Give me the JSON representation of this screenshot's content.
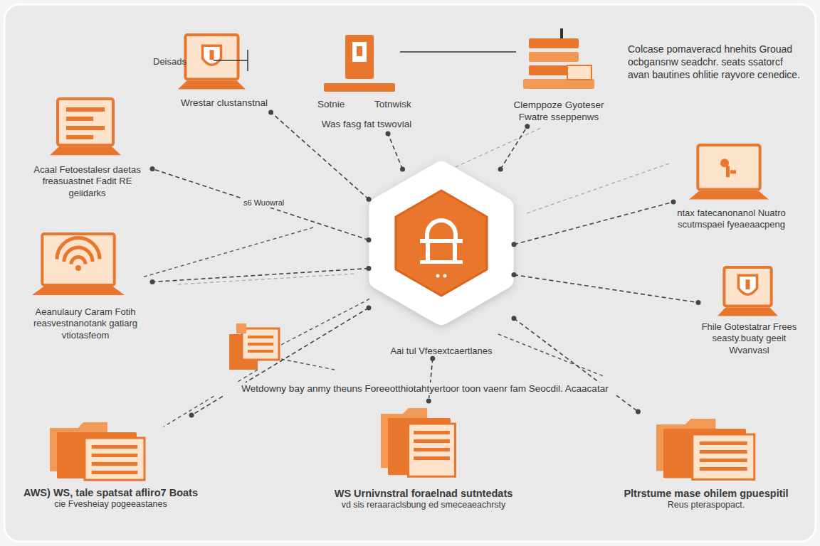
{
  "diagram": {
    "nodes": [
      {
        "text": [
          "Deisads",
          "Wrestar clustanstnal"
        ]
      },
      {
        "text": [
          "Sotnie",
          "Totnwisk",
          "Was fasg fat tswovial"
        ]
      },
      {
        "text": [
          "Clemppoze Gyoteser Fwatre sseppenws"
        ]
      },
      {
        "text": [
          "Acaal Fetoestalesr daetas freasuastnet Fadit RE geiidarks"
        ]
      },
      {
        "text": [
          "ntax fatecanonanol Nuatro scutmspaei fyeaeaacpeng"
        ]
      },
      {
        "text": [
          "Aai tul Vfesextcaertlanes"
        ]
      },
      {
        "text": [
          "Aeanulaury Caram Fotih reasvestnanotank gatiarg vtiotasfeom"
        ]
      },
      {
        "text": [
          "Fhile Gotestatrar Frees seasty.buaty geeit Wvanvasl"
        ]
      },
      {
        "text": [
          "AWS) WS, tale spatsat afliro7 Boats",
          "cie Fvesheiay pogeeastanes"
        ]
      },
      {
        "text": [
          "WS Urnivnstral foraelnad sutntedats",
          "vd sis reraaraclsbung ed smeceaeachrsty"
        ]
      },
      {
        "text": [
          "Pltrstume mase ohilem gpuespitil",
          "Reus pteraspopact."
        ]
      }
    ],
    "edges": [
      {
        "from": 5,
        "to": 0,
        "arrow": "none"
      },
      {
        "from": 5,
        "to": 1,
        "arrow": "none"
      },
      {
        "from": 5,
        "to": 2,
        "arrow": "none"
      },
      {
        "from": 5,
        "to": 3,
        "arrow": "none"
      },
      {
        "from": 5,
        "to": 4,
        "arrow": "none"
      },
      {
        "from": 5,
        "to": 6,
        "arrow": "none"
      },
      {
        "from": 5,
        "to": 7,
        "arrow": "none"
      },
      {
        "from": 5,
        "to": 8,
        "arrow": "none"
      },
      {
        "from": 5,
        "to": 9,
        "arrow": "none"
      },
      {
        "from": 5,
        "to": 10,
        "arrow": "none"
      }
    ],
    "labels": [
      "Colcase pomaveracd hnehits Grouad ocbgansnw seadchr. seats ssatorcf avan bautines ohlitie rayvore cenedice.",
      "s6 Wuowral",
      "Wetdowny bay anmy theuns Foreeotthiotahtyertoor toon vaenr fam Seocdil. Acaacatar"
    ]
  }
}
